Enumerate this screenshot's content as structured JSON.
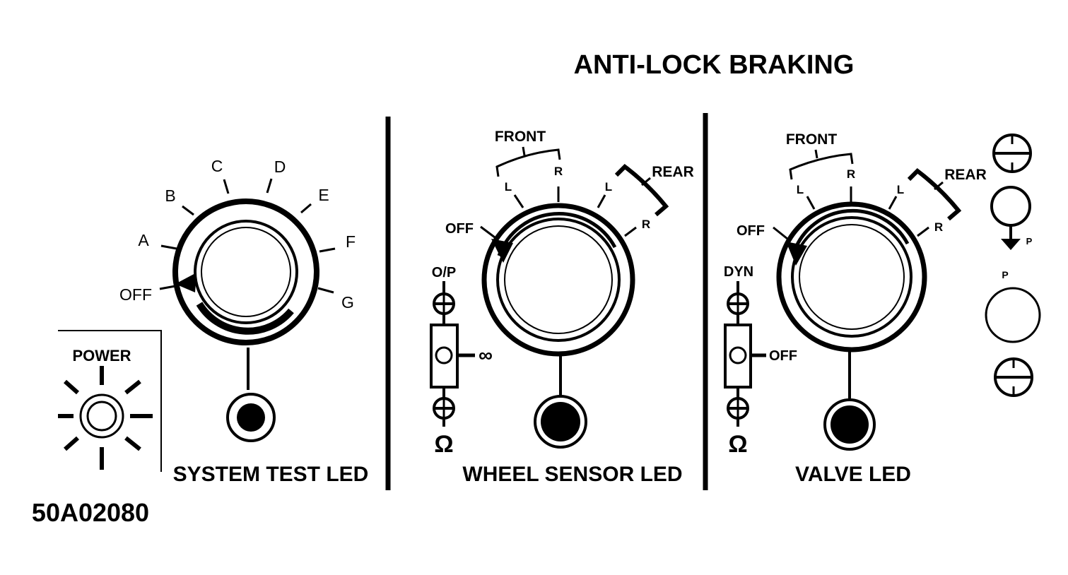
{
  "title": "ANTI-LOCK BRAKING",
  "figure_code": "50A02080",
  "power": {
    "label": "POWER"
  },
  "system_test": {
    "label": "SYSTEM TEST LED",
    "positions": [
      "OFF",
      "A",
      "B",
      "C",
      "D",
      "E",
      "F",
      "G"
    ]
  },
  "wheel_sensor": {
    "label": "WHEEL SENSOR LED",
    "off_label": "OFF",
    "front_label": "FRONT",
    "rear_label": "REAR",
    "front_left": "L",
    "front_right": "R",
    "rear_left": "L",
    "rear_right": "R",
    "switch_top": "O/P",
    "switch_side": "∞",
    "switch_bottom": "Ω"
  },
  "valve": {
    "label": "VALVE LED",
    "off_label": "OFF",
    "front_label": "FRONT",
    "rear_label": "REAR",
    "front_left": "L",
    "front_right": "R",
    "rear_left": "L",
    "rear_right": "R",
    "switch_top": "DYN",
    "switch_side": "OFF",
    "switch_bottom": "Ω"
  },
  "pressure": {
    "arrow_label": "P",
    "port_label": "P"
  }
}
